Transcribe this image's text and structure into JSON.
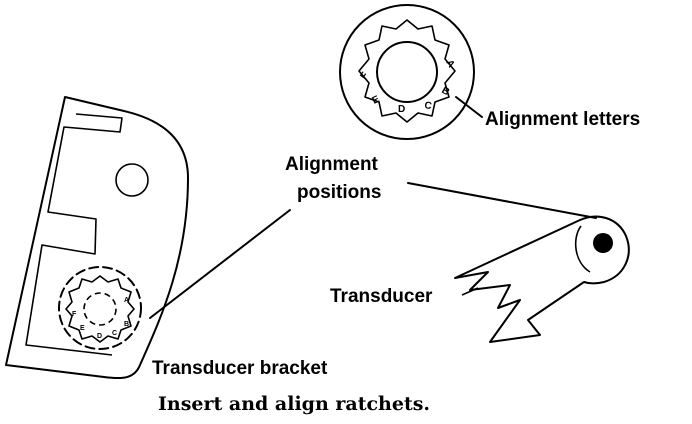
{
  "labels": {
    "alignment_letters": "Alignment letters",
    "alignment_positions_line1": "Alignment",
    "alignment_positions_line2": "positions",
    "transducer": "Transducer",
    "transducer_bracket": "Transducer bracket"
  },
  "caption": "Insert and align ratchets.",
  "ratchet_letters": {
    "large": [
      "A",
      "B",
      "C",
      "D",
      "E",
      "F"
    ],
    "small": [
      "A",
      "B",
      "C",
      "D",
      "E",
      "F"
    ]
  }
}
